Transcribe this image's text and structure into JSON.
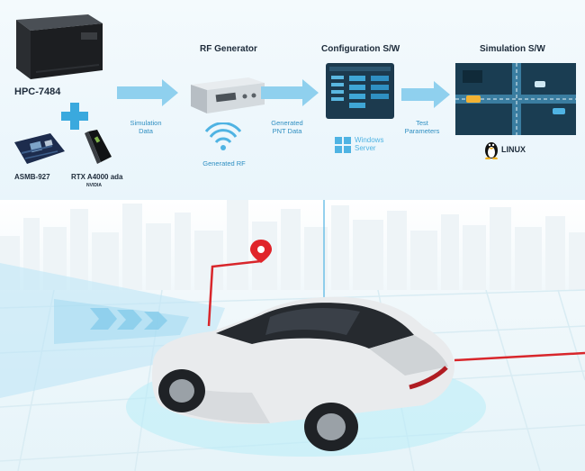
{
  "components": {
    "server": "HPC-7484",
    "board": "ASMB-927",
    "gpu": "RTX A4000 ada",
    "gpu_vendor": "NVIDIA"
  },
  "stages": {
    "rf_generator": "RF Generator",
    "configuration": "Configuration S/W",
    "simulation": "Simulation S/W"
  },
  "flows": {
    "simulation_data": [
      "Simulation",
      "Data"
    ],
    "generated_pnt": [
      "Generated",
      "PNT Data"
    ],
    "test_parameters": [
      "Test",
      "Parameters"
    ],
    "generated_rf": "Generated RF"
  },
  "platforms": {
    "windows": [
      "Windows",
      "Server"
    ],
    "linux": "LINUX"
  },
  "colors": {
    "accent": "#4fb3e3",
    "arrow": "#8fd0ee",
    "plus": "#3aa9de",
    "route": "#d8262b",
    "pin": "#e0242a",
    "panel_dark": "#1c3a4e"
  }
}
